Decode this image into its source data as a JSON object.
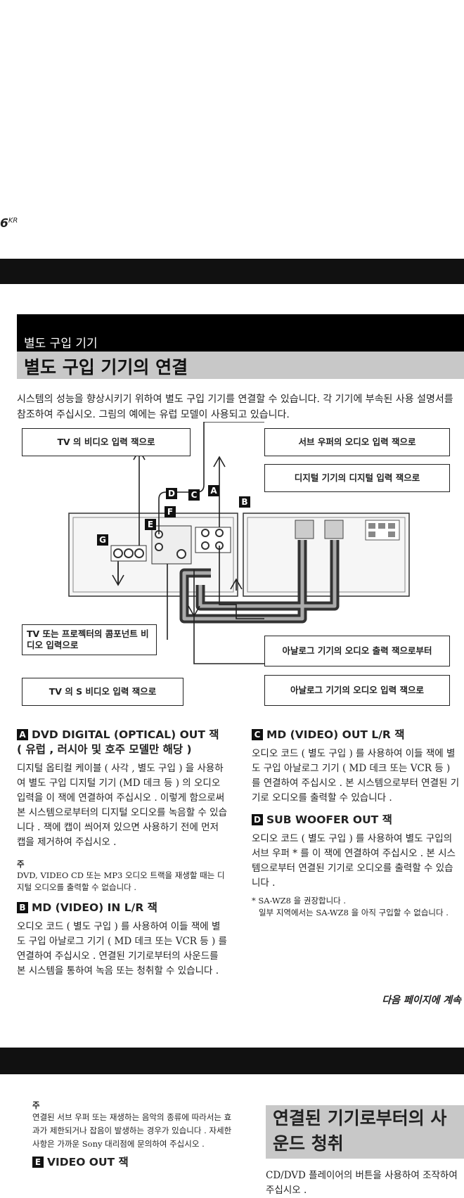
{
  "page_number": "6",
  "page_suffix": "KR",
  "section_label": "별도 구입 기기",
  "section_title": "별도 구입 기기의 연결",
  "intro": "시스템의 성능을 향상시키기 위하여 별도 구입 기기를 연결할 수 있습니다. 각 기기에 부속된 사용 설명서를 참조하여 주십시오. 그림의 예에는 유럽 모델이 사용되고 있습니다.",
  "diagram": {
    "callouts": {
      "tv_video_in": "TV 의 비디오 입력 잭으로",
      "sub_woofer_in": "서브 우퍼의 오디오 입력 잭으로",
      "digital_in": "디지털 기기의 디지털 입력 잭으로",
      "component_in": "TV 또는 프로젝터의 콤포넌트 비디오 입력으로",
      "analog_out": "아날로그 기기의 오디오 출력 잭으로부터",
      "tv_s_video": "TV 의 S 비디오 입력 잭으로",
      "analog_in": "아날로그 기기의 오디오 입력 잭으로"
    },
    "letters": {
      "a": "A",
      "b": "B",
      "c": "C",
      "d": "D",
      "e": "E",
      "f": "F",
      "g": "G"
    }
  },
  "sections": {
    "a": {
      "letter": "A",
      "title": "DVD DIGITAL (OPTICAL) OUT 잭 ( 유럽 , 러시아 및 호주 모델만 해당 )",
      "body": "디지털 옵티컬 케이블 ( 사각 , 별도 구입 ) 을 사용하여 별도 구입 디지털 기기 (MD 데크 등 ) 의 오디오 입력을 이 잭에 연결하여 주십시오 . 이렇게 함으로써 본 시스템으로부터의 디지털 오디오를 녹음할 수 있습니다 . 잭에 캡이 씌어져 있으면 사용하기 전에 먼저 캡을 제거하여 주십시오 .",
      "note_label": "주",
      "note": "DVD, VIDEO CD 또는 MP3 오디오 트랙을 재생할 때는 디지털 오디오를 출력할 수 없습니다 ."
    },
    "b": {
      "letter": "B",
      "title": "MD (VIDEO) IN L/R 잭",
      "body": "오디오 코드 ( 별도 구입 ) 를 사용하여 이들 잭에 별도 구입 아날로그 기기 ( MD 데크 또는 VCR 등 ) 를 연결하여 주십시오 . 연결된 기기로부터의 사운드를 본 시스템을 통하여 녹음 또는 청취할 수 있습니다 ."
    },
    "c": {
      "letter": "C",
      "title": "MD (VIDEO) OUT L/R 잭",
      "body": "오디오 코드 ( 별도 구입 ) 를 사용하여 이들 잭에 별도 구입 아날로그 기기 ( MD 데크 또는 VCR 등 ) 를 연결하여 주십시오 . 본 시스템으로부터 연결된 기기로 오디오를 출력할 수 있습니다 ."
    },
    "d": {
      "letter": "D",
      "title": "SUB WOOFER OUT 잭",
      "body": "오디오 코드 ( 별도 구입 ) 를 사용하여 별도 구입의 서브 우퍼 * 를 이 잭에 연결하여 주십시오 . 본 시스템으로부터 연결된 기기로 오디오를 출력할 수 있습니다 .",
      "footnote1": "* SA-WZ8 을 권장합니다 .",
      "footnote2": "일부 지역에서는 SA-WZ8 을 아직 구입할 수 없습니다 ."
    }
  },
  "continue_text": "다음 페이지에 계속",
  "bottom": {
    "note_label": "주",
    "note": "연결된 서브 우퍼 또는 재생하는 음악의 종류에 따라서는 효과가 제한되거나 잡음이 발생하는 경우가 있습니다 . 자세한 사항은 가까운 Sony 대리점에 문의하여 주십시오 .",
    "e_letter": "E",
    "e_title": "VIDEO OUT 잭",
    "right_title": "연결된 기기로부터의 사운드 청취",
    "right_body": "CD/DVD 플레이어의 버튼을 사용하여 조작하여 주십시오 ."
  }
}
